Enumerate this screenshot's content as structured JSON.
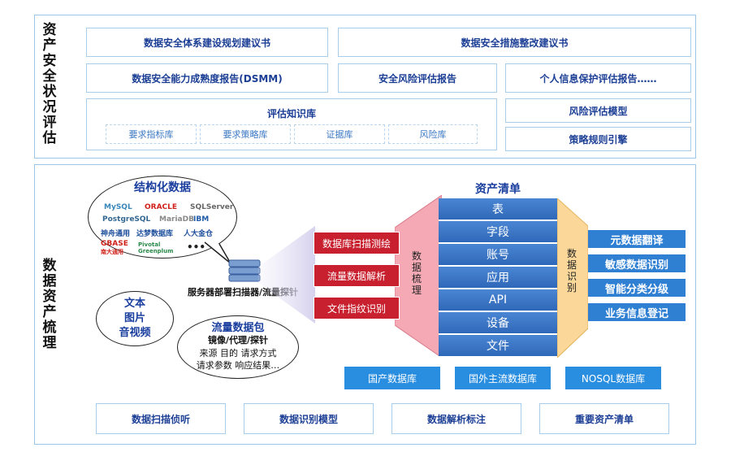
{
  "top": {
    "side_title": "资产安全状况评估",
    "row1": [
      "数据安全体系建设规划建议书",
      "数据安全措施整改建议书"
    ],
    "row2": [
      "数据安全能力成熟度报告(DSMM)",
      "安全风险评估报告",
      "个人信息保护评估报告……"
    ],
    "knowledge_title": "评估知识库",
    "knowledge_items": [
      "要求指标库",
      "要求策略库",
      "证据库",
      "风险库"
    ],
    "risk_model": "风险评估模型",
    "rule_engine": "策略规则引擎"
  },
  "bottom": {
    "side_title": "数据资产梳理",
    "structured_title": "结构化数据",
    "logos": [
      "MySQL",
      "ORACLE",
      "SQLServer",
      "PostgreSQL",
      "MariaDB",
      "IBM",
      "神舟通用",
      "达梦数据库",
      "人大金仓",
      "南大通用",
      "Pivotal Greenplum",
      "GBASE",
      "•••"
    ],
    "media_lines": [
      "文本",
      "图片",
      "音视频"
    ],
    "scanner_label": "服务器部署扫描器/流量探针",
    "traffic_title": "流量数据包",
    "traffic_sub": "镜像/代理/探针",
    "traffic_line1": "来源  目的  请求方式",
    "traffic_line2": "请求参数  响应结果…",
    "red_buttons": [
      "数据库扫描测绘",
      "流量数据解析",
      "文件指纹识别"
    ],
    "sort_label": "数据梳理",
    "asset_title": "资产清单",
    "asset_items": [
      "表",
      "字段",
      "账号",
      "应用",
      "API",
      "设备",
      "文件"
    ],
    "identify_label": "数据识别",
    "right_buttons": [
      "元数据翻译",
      "敏感数据识别",
      "智能分类分级",
      "业务信息登记"
    ],
    "db_buttons": [
      "国产数据库",
      "国外主流数据库",
      "NOSQL数据库"
    ],
    "bottom_row": [
      "数据扫描侦听",
      "数据识别模型",
      "数据解析标注",
      "重要资产清单"
    ]
  }
}
